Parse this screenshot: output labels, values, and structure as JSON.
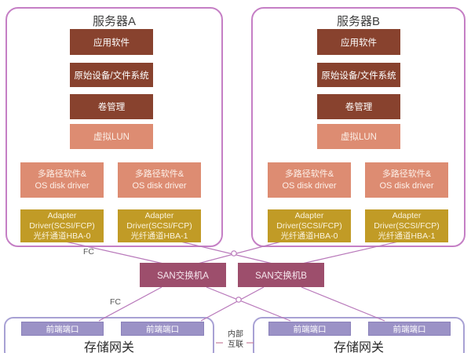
{
  "colors": {
    "server_border": "#c57fc5",
    "block_dark_brown": "#88422e",
    "block_salmon": "#dd8c72",
    "block_gold": "#c19b26",
    "san_switch": "#9d4e6c",
    "port_fill": "#9b92c6",
    "gateway_border": "#a8a1d4",
    "connector_line": "#b878ba"
  },
  "servers": [
    {
      "title": "服务器A",
      "stack": [
        "应用软件",
        "原始设备/文件系统",
        "卷管理",
        "虚拟LUN"
      ],
      "multipath": [
        {
          "line1": "多路径软件&",
          "line2": "OS disk driver"
        },
        {
          "line1": "多路径软件&",
          "line2": "OS disk driver"
        }
      ],
      "adapters": [
        {
          "line1": "Adapter",
          "line2": "Driver(SCSI/FCP)",
          "line3": "光纤通道HBA-0"
        },
        {
          "line1": "Adapter",
          "line2": "Driver(SCSI/FCP)",
          "line3": "光纤通道HBA-1"
        }
      ]
    },
    {
      "title": "服务器B",
      "stack": [
        "应用软件",
        "原始设备/文件系统",
        "卷管理",
        "虚拟LUN"
      ],
      "multipath": [
        {
          "line1": "多路径软件&",
          "line2": "OS disk driver"
        },
        {
          "line1": "多路径软件&",
          "line2": "OS disk driver"
        }
      ],
      "adapters": [
        {
          "line1": "Adapter",
          "line2": "Driver(SCSI/FCP)",
          "line3": "光纤通道HBA-0"
        },
        {
          "line1": "Adapter",
          "line2": "Driver(SCSI/FCP)",
          "line3": "光纤通道HBA-1"
        }
      ]
    }
  ],
  "switches": [
    {
      "label": "SAN交换机A"
    },
    {
      "label": "SAN交换机B"
    }
  ],
  "gateways": [
    {
      "title": "存储网关",
      "ports": [
        "前端端口",
        "前端端口"
      ]
    },
    {
      "title": "存储网关",
      "ports": [
        "前端端口",
        "前端端口"
      ]
    }
  ],
  "labels": {
    "fc_top": "FC",
    "fc_bottom": "FC",
    "interconnect_line1": "内部",
    "interconnect_line2": "互联"
  }
}
